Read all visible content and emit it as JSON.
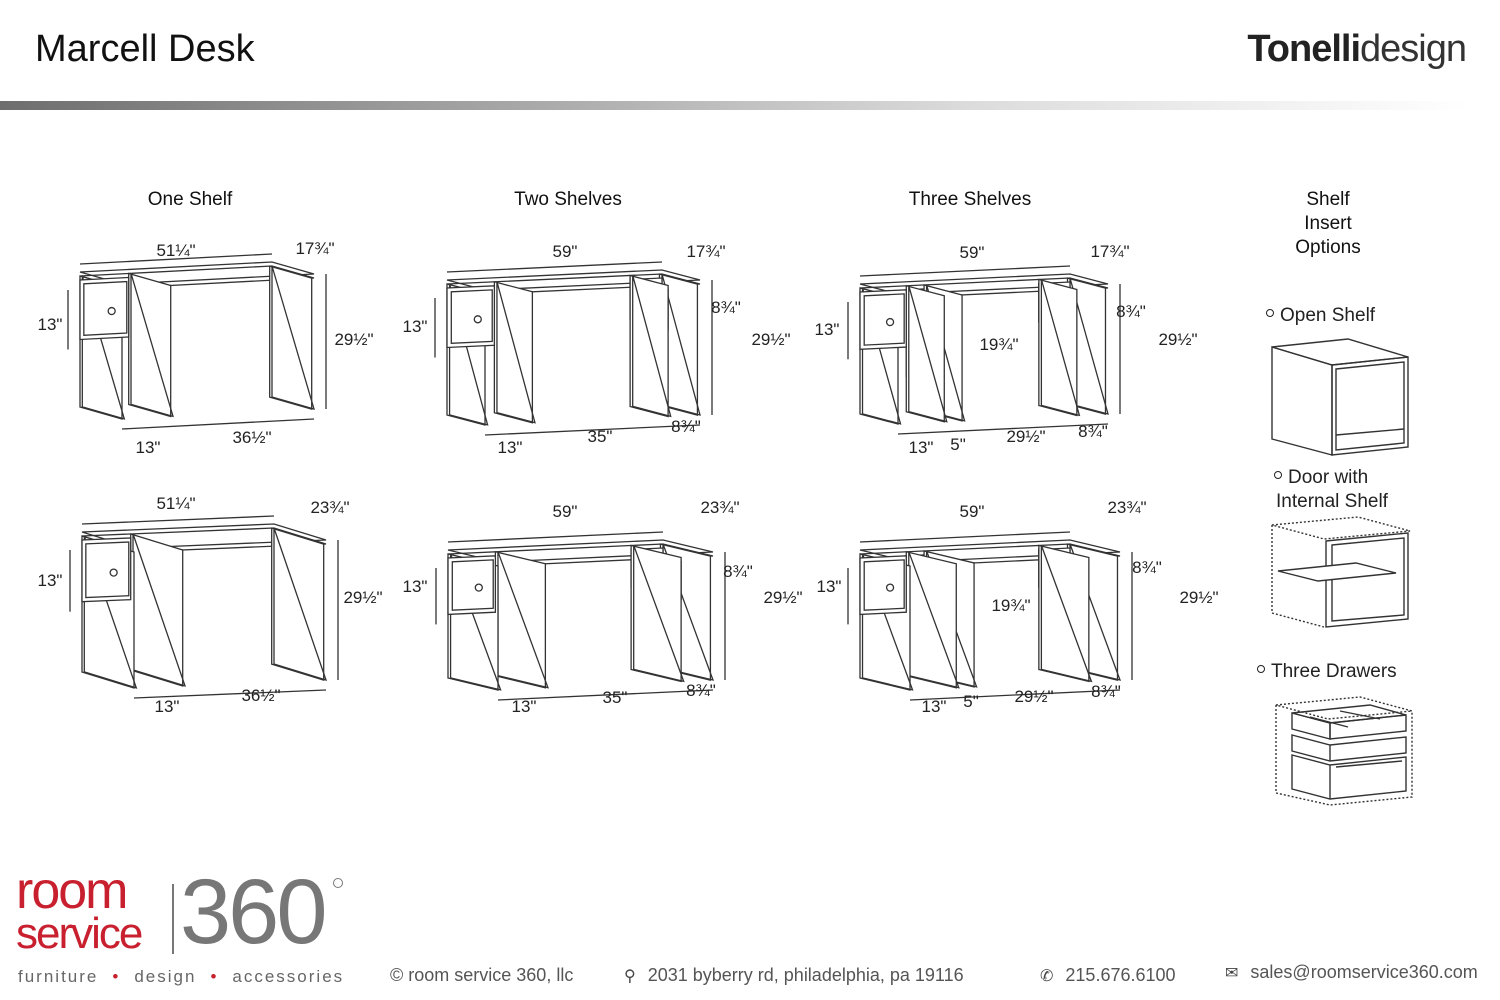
{
  "header": {
    "title": "Marcell Desk",
    "brand_bold": "Tonelli",
    "brand_light": "design"
  },
  "sections": {
    "one": "One Shelf",
    "two": "Two Shelves",
    "three": "Three Shelves",
    "inserts": [
      "Shelf",
      "Insert",
      "Options"
    ]
  },
  "dims": {
    "r1c1": [
      "51¼\"",
      "17¾\"",
      "13\"",
      "29½\"",
      "13\"",
      "36½\""
    ],
    "r1c2": [
      "59\"",
      "17¾\"",
      "8¾\"",
      "13\"",
      "29½\"",
      "13\"",
      "35\"",
      "8¾\""
    ],
    "r1c3": [
      "59\"",
      "17¾\"",
      "8¾\"",
      "19¾\"",
      "13\"",
      "29½\"",
      "13\"",
      "5\"",
      "29½\"",
      "8¾\""
    ],
    "r2c1": [
      "51¼\"",
      "23¾\"",
      "13\"",
      "29½\"",
      "13\"",
      "36½\""
    ],
    "r2c2": [
      "59\"",
      "23¾\"",
      "8¾\"",
      "13\"",
      "29½\"",
      "13\"",
      "35\"",
      "8¾\""
    ],
    "r2c3": [
      "59\"",
      "23¾\"",
      "8¾\"",
      "19¾\"",
      "13\"",
      "29½\"",
      "13\"",
      "5\"",
      "29½\"",
      "8¾\""
    ]
  },
  "options": {
    "open_shelf": "Open Shelf",
    "door_1": "Door with",
    "door_2": "Internal Shelf",
    "drawers": "Three Drawers"
  },
  "footer": {
    "logo_room": "room",
    "logo_service": "service",
    "logo_360": "360",
    "tagline": [
      "furniture",
      "design",
      "accessories"
    ],
    "copyright": "© room service 360, llc",
    "address": "2031 byberry rd, philadelphia, pa 19116",
    "phone": "215.676.6100",
    "email": "sales@roomservice360.com",
    "brand_color": "#c8202f"
  }
}
